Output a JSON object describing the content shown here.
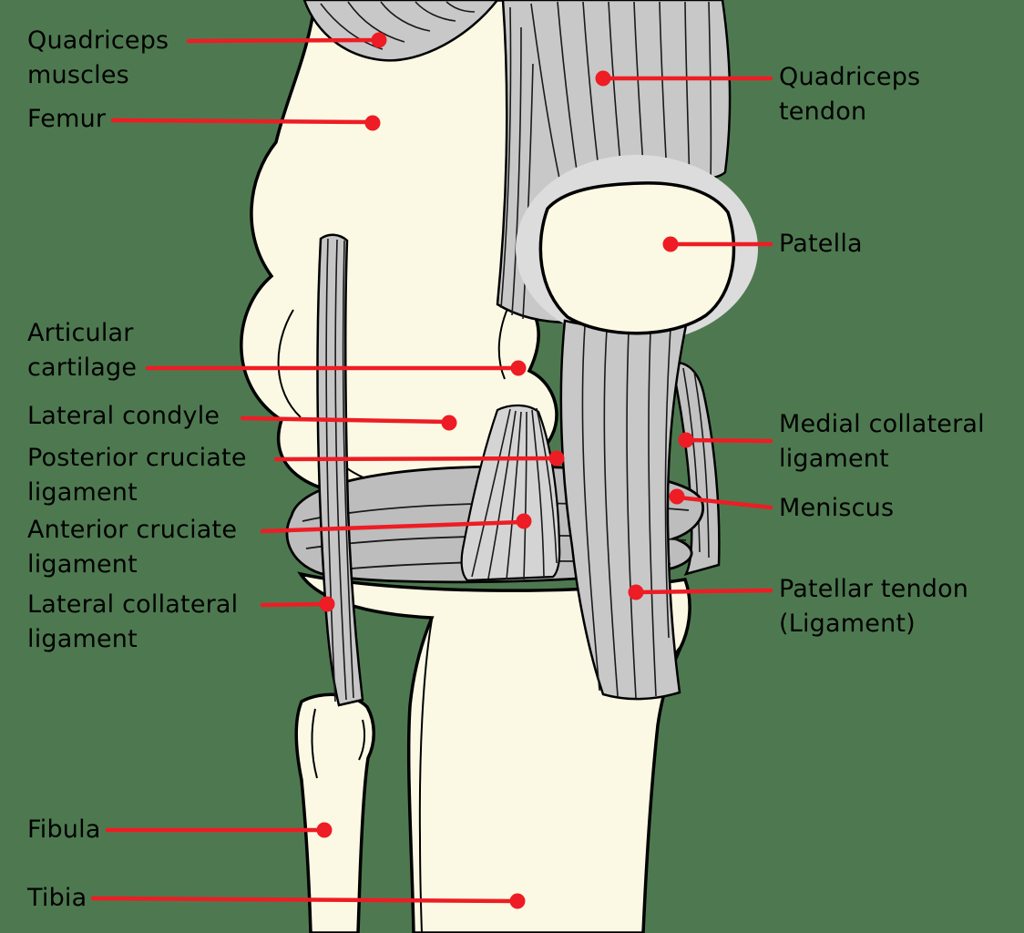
{
  "figure": {
    "name": "Knee joint anatomy diagram"
  },
  "colors": {
    "background": "#4e7950",
    "bone": "#FBF9E4",
    "tendon": "#C8C8C8",
    "meniscus": "#BDBDBD",
    "outline": "#000000",
    "leader_line": "#EE1C24",
    "label_text": "#000000"
  },
  "labels": {
    "left": [
      {
        "id": "quadriceps-muscles",
        "text": "Quadriceps\nmuscles"
      },
      {
        "id": "femur",
        "text": "Femur"
      },
      {
        "id": "articular-cartilage",
        "text": "Articular\ncartilage"
      },
      {
        "id": "lateral-condyle",
        "text": "Lateral condyle"
      },
      {
        "id": "posterior-cruciate-ligament",
        "text": "Posterior cruciate\nligament"
      },
      {
        "id": "anterior-cruciate-ligament",
        "text": "Anterior cruciate\nligament"
      },
      {
        "id": "lateral-collateral-ligament",
        "text": "Lateral collateral\nligament"
      },
      {
        "id": "fibula",
        "text": "Fibula"
      },
      {
        "id": "tibia",
        "text": "Tibia"
      }
    ],
    "right": [
      {
        "id": "quadriceps-tendon",
        "text": "Quadriceps\ntendon"
      },
      {
        "id": "patella",
        "text": "Patella"
      },
      {
        "id": "medial-collateral-ligament",
        "text": "Medial collateral\nligament"
      },
      {
        "id": "meniscus",
        "text": "Meniscus"
      },
      {
        "id": "patellar-tendon",
        "text": "Patellar tendon\n(Ligament)"
      }
    ]
  }
}
